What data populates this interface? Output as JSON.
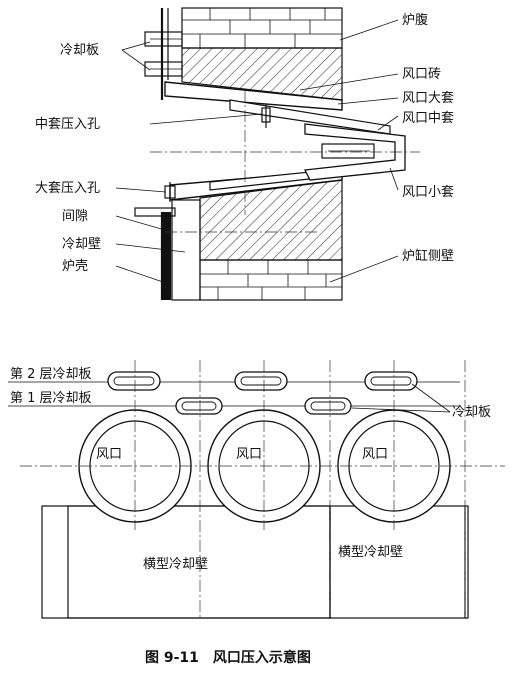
{
  "top_labels": {
    "lufu": "炉腹",
    "lengqueban": "冷却板",
    "fengkouzhuan": "风口砖",
    "fengkou_dataota": "风口大套",
    "zhongtao_yarukong": "中套压入孔",
    "fengkou_zhongtao": "风口中套",
    "fengkou_xiaotao": "风口小套",
    "datao_yarukong": "大套压入孔",
    "jianxi": "间隙",
    "lengquebi": "冷却壁",
    "luke": "炉壳",
    "lugang_cebi": "炉缸侧壁"
  },
  "bottom_labels": {
    "layer2": "第 2 层冷却板",
    "layer1": "第 1 层冷却板",
    "lengqueban": "冷却板",
    "fengkou1": "风口",
    "fengkou2": "风口",
    "fengkou3": "风口",
    "hengxing1": "横型冷却壁",
    "hengxing2": "横型冷却壁"
  },
  "caption": "图 9-11　风口压入示意图"
}
